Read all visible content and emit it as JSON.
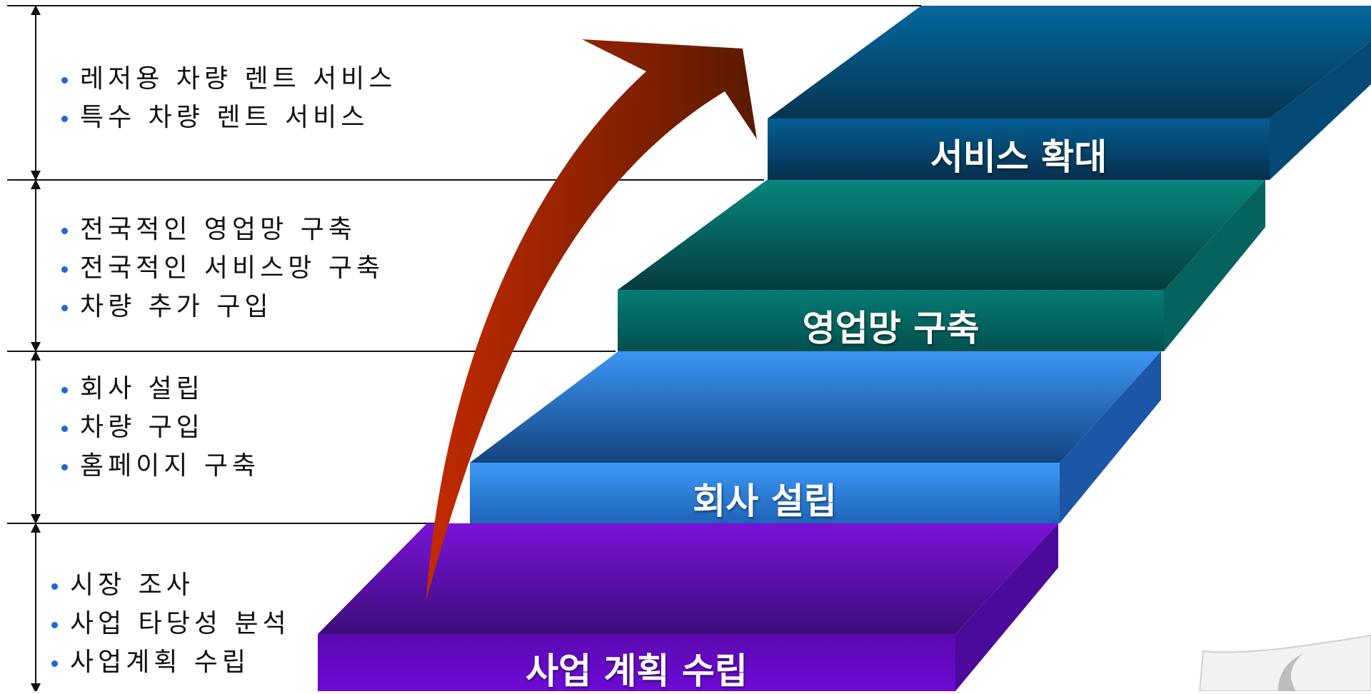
{
  "stages": [
    {
      "label": "사업 계획 수립",
      "items": [
        "시장 조사",
        "사업 타당성 분석",
        "사업계획 수립"
      ],
      "colors": {
        "top_light": "#7a12d8",
        "top_dark": "#3b0e7a",
        "front_light": "#5b09b0",
        "front_dark": "#6d0bd6",
        "side": "#4c0a9a"
      }
    },
    {
      "label": "회사 설립",
      "items": [
        "회사 설립",
        "차량 구입",
        "홈페이지 구축"
      ],
      "colors": {
        "top_light": "#3c96f5",
        "top_dark": "#14437e",
        "front_light": "#3d9af7",
        "front_dark": "#1e63b6",
        "side": "#1b57a6"
      }
    },
    {
      "label": "영업망 구축",
      "items": [
        "전국적인 영업망 구축",
        "전국적인 서비스망 구축",
        "차량 추가 구입"
      ],
      "colors": {
        "top_light": "#06877c",
        "top_dark": "#063b3e",
        "front_light": "#057c74",
        "front_dark": "#04504e",
        "side": "#05625c"
      }
    },
    {
      "label": "서비스 확대",
      "items": [
        "레저용 차량 렌트 서비스",
        "특수 차량 렌트 서비스"
      ],
      "colors": {
        "top_light": "#04679d",
        "top_dark": "#063552",
        "front_light": "#045e93",
        "front_dark": "#062f4c",
        "side": "#044a74"
      }
    }
  ],
  "arrow": {
    "color_light": "#c32a00",
    "color_dark": "#5a1a00"
  }
}
